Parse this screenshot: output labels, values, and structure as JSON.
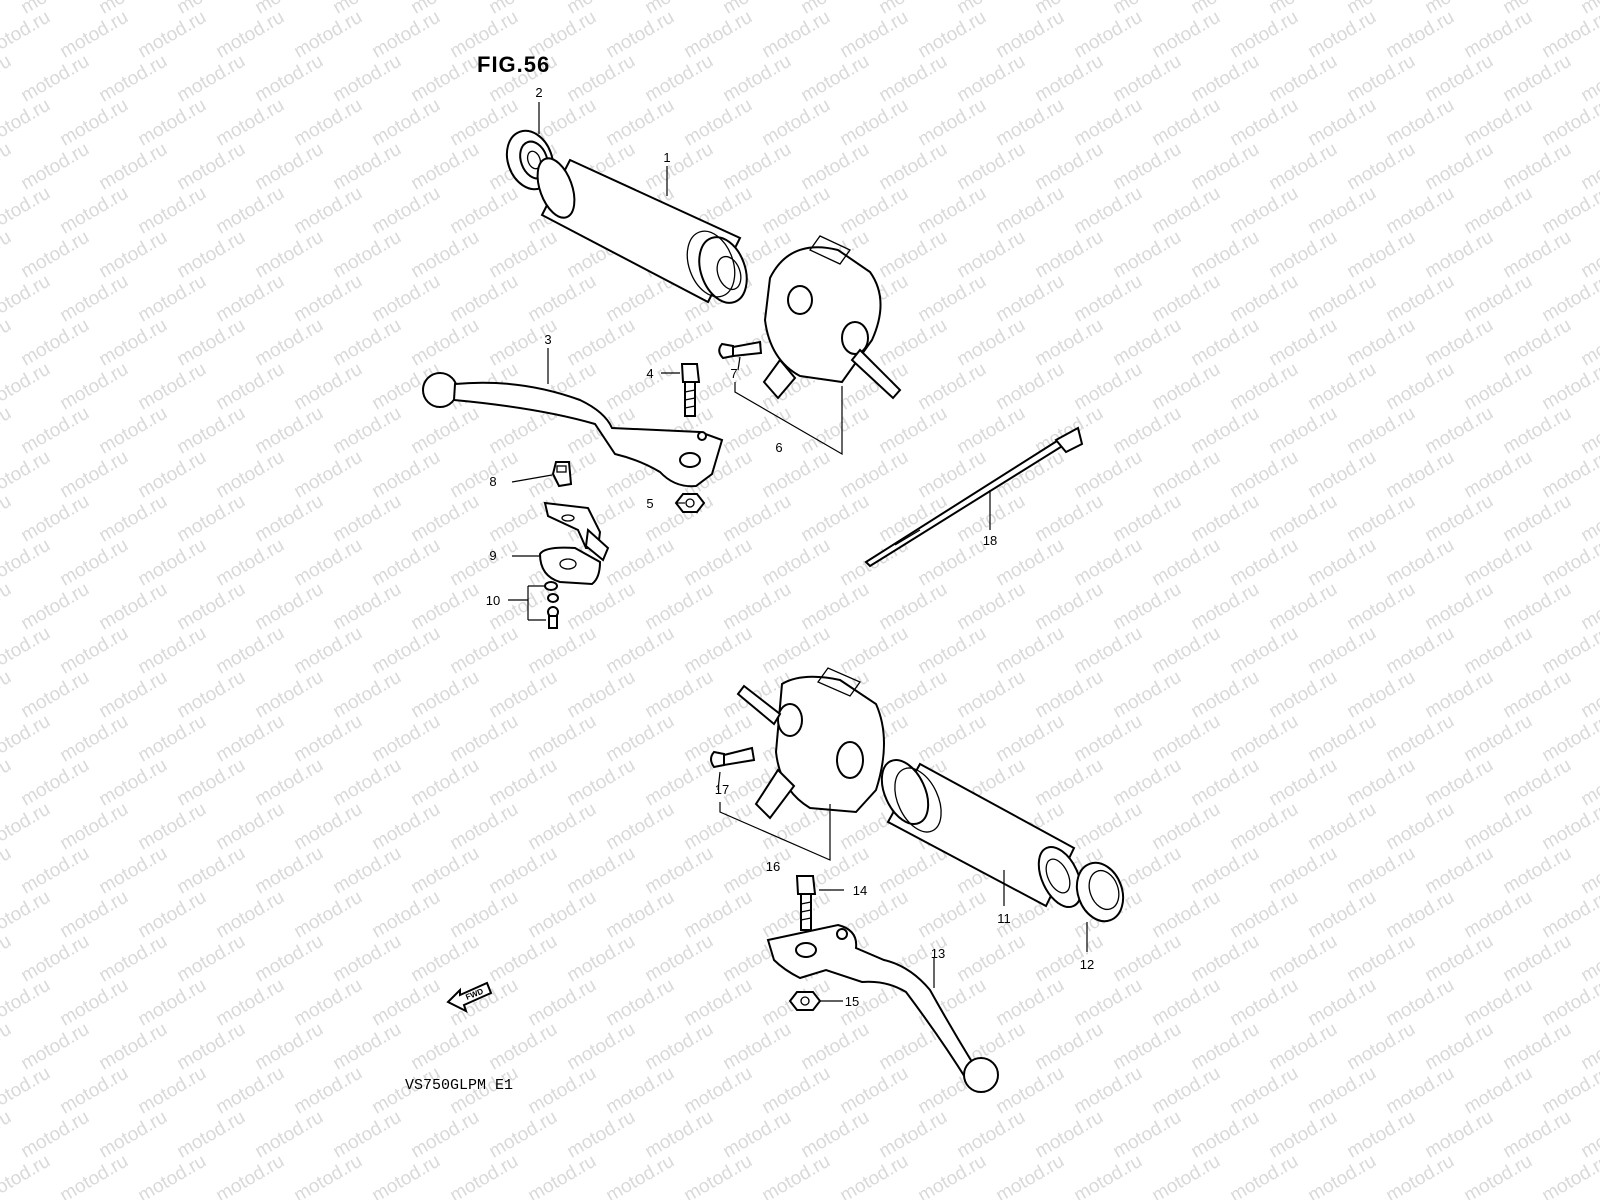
{
  "figure": {
    "title": "FIG.56",
    "model_code": "VS750GLPM E1",
    "watermark": "motod.ru"
  },
  "direction_marker": {
    "label": "FWD"
  },
  "callouts": [
    "1",
    "2",
    "3",
    "4",
    "5",
    "6",
    "7",
    "8",
    "9",
    "10",
    "11",
    "12",
    "13",
    "14",
    "15",
    "16",
    "17",
    "18"
  ]
}
